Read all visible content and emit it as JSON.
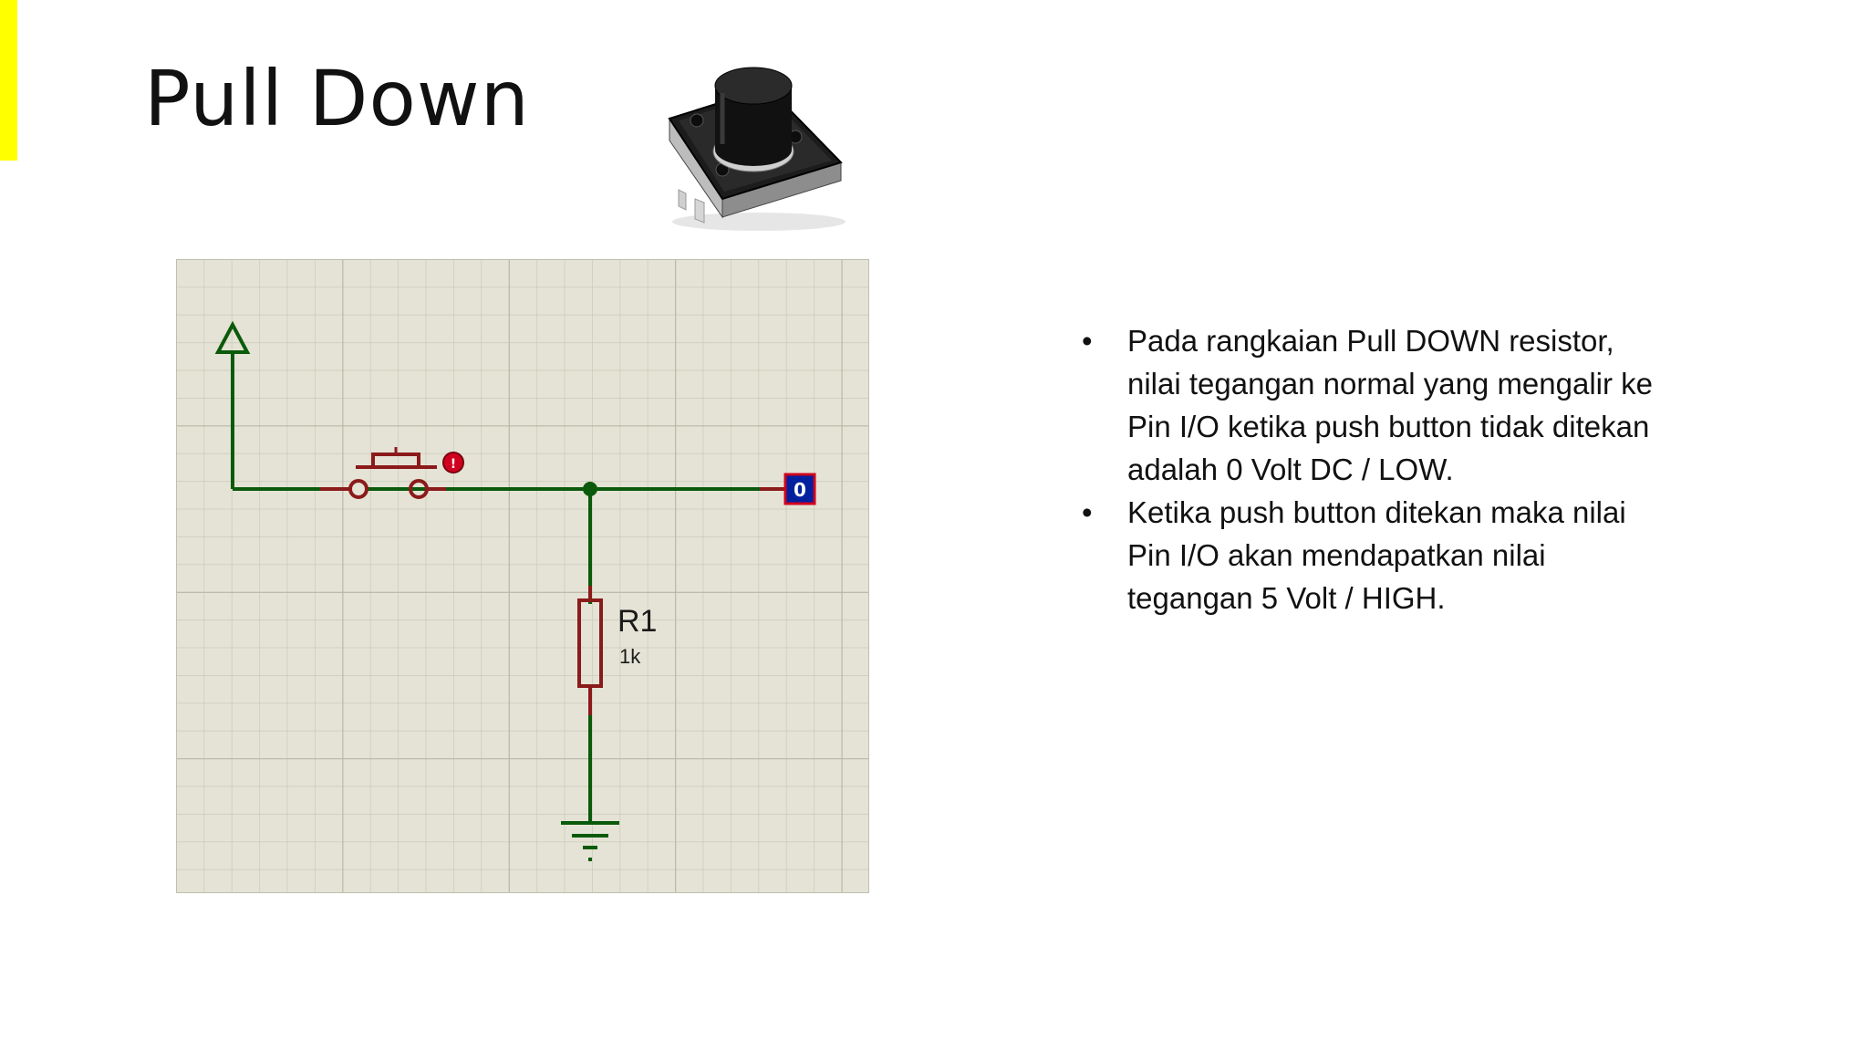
{
  "slide": {
    "title": "Pull Down",
    "accent_color": "#ffff00"
  },
  "image": {
    "icon": "tactile-push-button-photo"
  },
  "schematic": {
    "resistor_name": "R1",
    "resistor_value": "1k",
    "switch_badge": "!",
    "pin_state": "0",
    "colors": {
      "background": "#e4e3d5",
      "grid_minor": "#cbcab9",
      "grid_major": "#b9b8a6",
      "wire": "#0b5a0b",
      "component": "#8b1a1a",
      "pin_fill": "#00209f",
      "pin_border": "#d0001f"
    }
  },
  "bullets": [
    {
      "marker": "•",
      "text": "Pada rangkaian Pull DOWN resistor, nilai tegangan normal yang mengalir ke Pin I/O ketika push button tidak ditekan adalah 0 Volt DC / LOW."
    },
    {
      "marker": "•",
      "text": "Ketika push button ditekan maka nilai Pin I/O akan mendapatkan nilai tegangan 5 Volt / HIGH."
    }
  ]
}
